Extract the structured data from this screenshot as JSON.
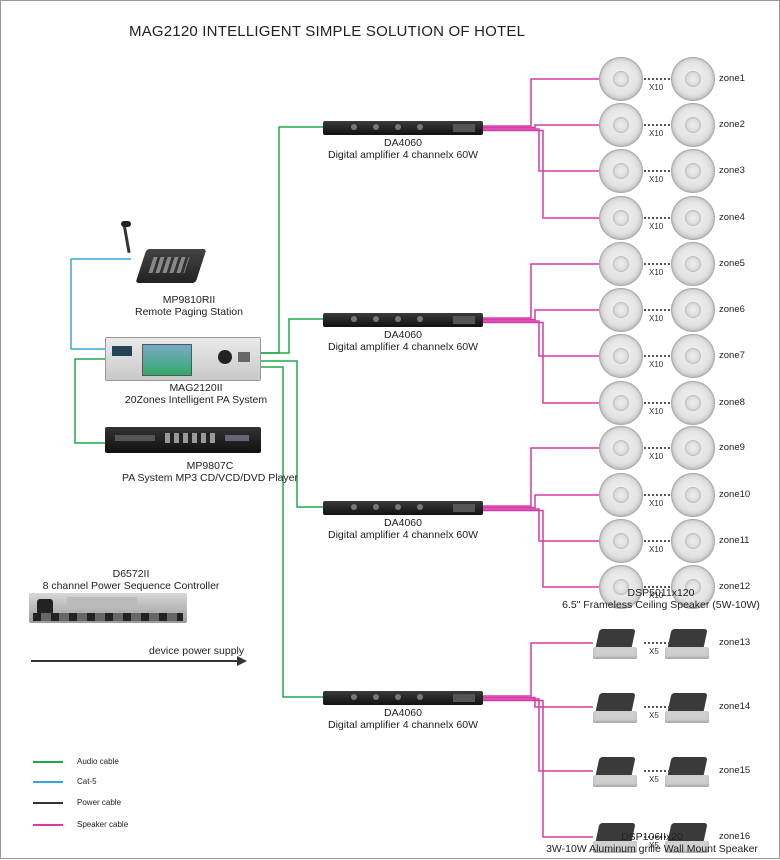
{
  "title": "MAG2120 INTELLIGENT SIMPLE SOLUTION OF HOTEL",
  "devices": {
    "paging": {
      "model": "MP9810RII",
      "desc": "Remote  Paging  Station"
    },
    "system": {
      "model": "MAG2120II",
      "desc": "20Zones  Intelligent  PA  System"
    },
    "player": {
      "model": "MP9807C",
      "desc": "PA  System  MP3  CD/VCD/DVD  Player"
    },
    "sequencer": {
      "model": "D6572II",
      "desc": "8 channel   Power Sequence Controller"
    },
    "power_supply_label": "device power supply",
    "amplifiers": [
      {
        "model": "DA4060",
        "desc": "Digital amplifier 4 channelx 60W"
      },
      {
        "model": "DA4060",
        "desc": "Digital amplifier 4 channelx 60W"
      },
      {
        "model": "DA4060",
        "desc": "Digital amplifier 4 channelx 60W"
      },
      {
        "model": "DA4060",
        "desc": "Digital amplifier 4 channelx 60W"
      }
    ],
    "ceiling_speaker": {
      "model": "DSP5011x120",
      "desc": "6.5\" Frameless Ceiling Speaker (5W-10W)"
    },
    "wall_speaker": {
      "model": "DSP106IIx20",
      "desc": "3W-10W Aluminum grille Wall Mount Speaker"
    }
  },
  "zones": [
    {
      "name": "zone1",
      "qty": "X10"
    },
    {
      "name": "zone2",
      "qty": "X10"
    },
    {
      "name": "zone3",
      "qty": "X10"
    },
    {
      "name": "zone4",
      "qty": "X10"
    },
    {
      "name": "zone5",
      "qty": "X10"
    },
    {
      "name": "zone6",
      "qty": "X10"
    },
    {
      "name": "zone7",
      "qty": "X10"
    },
    {
      "name": "zone8",
      "qty": "X10"
    },
    {
      "name": "zone9",
      "qty": "X10"
    },
    {
      "name": "zone10",
      "qty": "X10"
    },
    {
      "name": "zone11",
      "qty": "X10"
    },
    {
      "name": "zone12",
      "qty": "X10"
    },
    {
      "name": "zone13",
      "qty": "X5"
    },
    {
      "name": "zone14",
      "qty": "X5"
    },
    {
      "name": "zone15",
      "qty": "X5"
    },
    {
      "name": "zone16",
      "qty": "X5"
    }
  ],
  "legend": [
    {
      "label": "Audio cable",
      "color": "#1fa84a"
    },
    {
      "label": "Cat-5",
      "color": "#35a8d6"
    },
    {
      "label": "Power cable",
      "color": "#333333"
    },
    {
      "label": "Speaker cable",
      "color": "#d63aa6"
    }
  ]
}
